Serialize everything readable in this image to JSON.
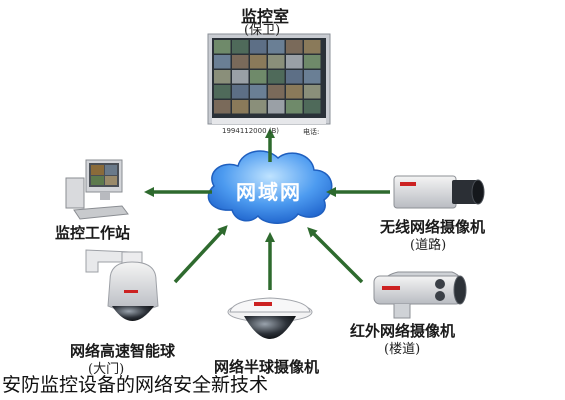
{
  "monitor_room": {
    "title": "监控室",
    "subtitle": "(保卫)"
  },
  "monitor_screen": {
    "footer_left": "1994112000 (B)",
    "footer_right": "电话:"
  },
  "cloud": {
    "label": "网域网"
  },
  "workstation": {
    "label": "监控工作站"
  },
  "dome_camera": {
    "label": "网络高速智能球",
    "tag": "(大门)"
  },
  "indoor_dome": {
    "label": "网络半球摄像机"
  },
  "wireless_camera": {
    "label": "无线网络摄像机",
    "tag": "(道路)"
  },
  "ir_camera": {
    "label": "红外网络摄像机",
    "tag": "(楼道)"
  },
  "caption": {
    "text": "安防监控设备的网络安全新技术"
  },
  "colors": {
    "arrow": "#2e6a2e",
    "cloud": "#2b6fd6",
    "bezel": "#c9ccd2"
  }
}
